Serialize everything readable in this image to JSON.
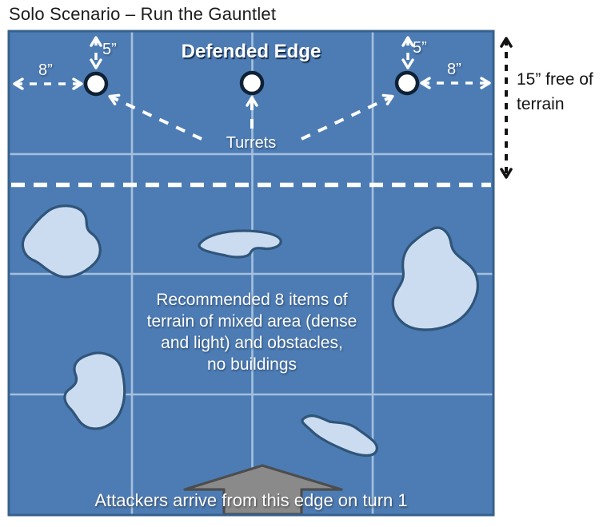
{
  "title": "Solo Scenario – Run the Gauntlet",
  "board": {
    "defended_edge_label": "Defended Edge",
    "turrets_label": "Turrets",
    "terrain_note": [
      "Recommended 8 items of",
      "terrain of mixed area (dense",
      "and light) and obstacles,",
      "no buildings"
    ],
    "attackers_label": "Attackers arrive from this edge on turn 1"
  },
  "measurements": {
    "turret_edge_offset": "5”",
    "turret_side_offset": "8”",
    "free_zone_line1": "15” free of",
    "free_zone_line2": "terrain"
  },
  "colors": {
    "board_fill": "#4d7cb4",
    "board_border": "#36618e",
    "grid_line": "#a9c4e1",
    "dashed_line_white": "#ffffff",
    "blob_fill": "#ccdcf0",
    "blob_border": "#2f5579",
    "turret_fill": "#ffffff",
    "turret_ring": "#0f2134",
    "annotation_text": "#141414",
    "title_text": "#1b1b1b",
    "board_text": "#ffffff",
    "gray_arrow_fill": "#8a8a8a",
    "gray_arrow_border": "#4d4d4d"
  }
}
